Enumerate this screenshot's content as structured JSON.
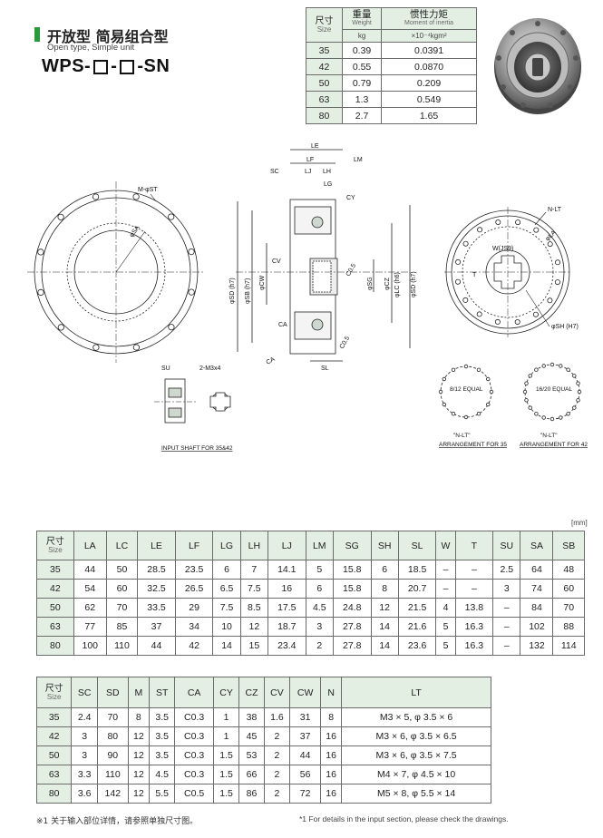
{
  "header": {
    "title_cn": "开放型 简易组合型",
    "title_en": "Open type, Simple unit",
    "model_prefix": "WPS-",
    "model_sep": "-",
    "model_suffix": "-SN"
  },
  "weight_table": {
    "size_cn": "尺寸",
    "size_en": "Size",
    "weight_cn": "重量",
    "weight_en": "Weight",
    "weight_unit": "kg",
    "inertia_cn": "惯性力矩",
    "inertia_en": "Moment of inertia",
    "inertia_unit": "×10⁻⁴kgm²",
    "rows": [
      {
        "size": "35",
        "weight": "0.39",
        "inertia": "0.0391"
      },
      {
        "size": "42",
        "weight": "0.55",
        "inertia": "0.0870"
      },
      {
        "size": "50",
        "weight": "0.79",
        "inertia": "0.209"
      },
      {
        "size": "63",
        "weight": "1.3",
        "inertia": "0.549"
      },
      {
        "size": "80",
        "weight": "2.7",
        "inertia": "1.65"
      }
    ]
  },
  "drawing": {
    "labels": {
      "le": "LE",
      "lf": "LF",
      "lm": "LM",
      "sc": "SC",
      "lj": "LJ",
      "lh": "LH",
      "lg": "LG",
      "cy": "CY",
      "m_st": "M-φST",
      "sa": "φSA",
      "sd": "φSD (h7)",
      "sb": "φSB (h7)",
      "cw": "φCW",
      "cv": "CV",
      "c05a": "C0.5",
      "sg": "φSG",
      "cz": "φCZ",
      "lc": "φLC (h6)",
      "sd2": "φSD (h7)",
      "ca1": "CA",
      "ca2": "CA",
      "c05b": "C0.5",
      "sl": "SL",
      "nlt": "N-LT",
      "la": "φLA",
      "wjs9": "W(JS9)",
      "t": "T",
      "sh": "φSH (H7)",
      "su": "SU",
      "m3x4": "2-M3x4",
      "input_shaft": "INPUT SHAFT FOR 35&42",
      "eq812": "8/12 EQUAL",
      "eq1620": "16/20 EQUAL",
      "arr35_1": "\"N-LT\"",
      "arr35_2": "ARRANGEMENT FOR 35",
      "arr42_1": "\"N-LT\"",
      "arr42_2": "ARRANGEMENT FOR 42"
    }
  },
  "unit_mm": "[mm]",
  "dims_table_1": {
    "size_cn": "尺寸",
    "size_en": "Size",
    "headers": [
      "LA",
      "LC",
      "LE",
      "LF",
      "LG",
      "LH",
      "LJ",
      "LM",
      "SG",
      "SH",
      "SL",
      "W",
      "T",
      "SU",
      "SA",
      "SB"
    ],
    "rows": [
      [
        "35",
        "44",
        "50",
        "28.5",
        "23.5",
        "6",
        "7",
        "14.1",
        "5",
        "15.8",
        "6",
        "18.5",
        "–",
        "–",
        "2.5",
        "64",
        "48"
      ],
      [
        "42",
        "54",
        "60",
        "32.5",
        "26.5",
        "6.5",
        "7.5",
        "16",
        "6",
        "15.8",
        "8",
        "20.7",
        "–",
        "–",
        "3",
        "74",
        "60"
      ],
      [
        "50",
        "62",
        "70",
        "33.5",
        "29",
        "7.5",
        "8.5",
        "17.5",
        "4.5",
        "24.8",
        "12",
        "21.5",
        "4",
        "13.8",
        "–",
        "84",
        "70"
      ],
      [
        "63",
        "77",
        "85",
        "37",
        "34",
        "10",
        "12",
        "18.7",
        "3",
        "27.8",
        "14",
        "21.6",
        "5",
        "16.3",
        "–",
        "102",
        "88"
      ],
      [
        "80",
        "100",
        "110",
        "44",
        "42",
        "14",
        "15",
        "23.4",
        "2",
        "27.8",
        "14",
        "23.6",
        "5",
        "16.3",
        "–",
        "132",
        "114"
      ]
    ]
  },
  "dims_table_2": {
    "size_cn": "尺寸",
    "size_en": "Size",
    "headers": [
      "SC",
      "SD",
      "M",
      "ST",
      "CA",
      "CY",
      "CZ",
      "CV",
      "CW",
      "N",
      "LT"
    ],
    "rows": [
      [
        "35",
        "2.4",
        "70",
        "8",
        "3.5",
        "C0.3",
        "1",
        "38",
        "1.6",
        "31",
        "8",
        "M3 × 5, φ 3.5 × 6"
      ],
      [
        "42",
        "3",
        "80",
        "12",
        "3.5",
        "C0.3",
        "1",
        "45",
        "2",
        "37",
        "16",
        "M3 × 6, φ 3.5 × 6.5"
      ],
      [
        "50",
        "3",
        "90",
        "12",
        "3.5",
        "C0.3",
        "1.5",
        "53",
        "2",
        "44",
        "16",
        "M3 × 6, φ 3.5 × 7.5"
      ],
      [
        "63",
        "3.3",
        "110",
        "12",
        "4.5",
        "C0.3",
        "1.5",
        "66",
        "2",
        "56",
        "16",
        "M4 × 7, φ 4.5 × 10"
      ],
      [
        "80",
        "3.6",
        "142",
        "12",
        "5.5",
        "C0.5",
        "1.5",
        "86",
        "2",
        "72",
        "16",
        "M5 × 8, φ 5.5 × 14"
      ]
    ]
  },
  "footnote": {
    "cn": "※1 关于输入部位详情，请参照单独尺寸图。",
    "en": "*1 For details in the input section, please check the drawings."
  },
  "colors": {
    "accent": "#2a9a3c",
    "header_bg": "#e4efe4",
    "border": "#6b6b6b"
  }
}
